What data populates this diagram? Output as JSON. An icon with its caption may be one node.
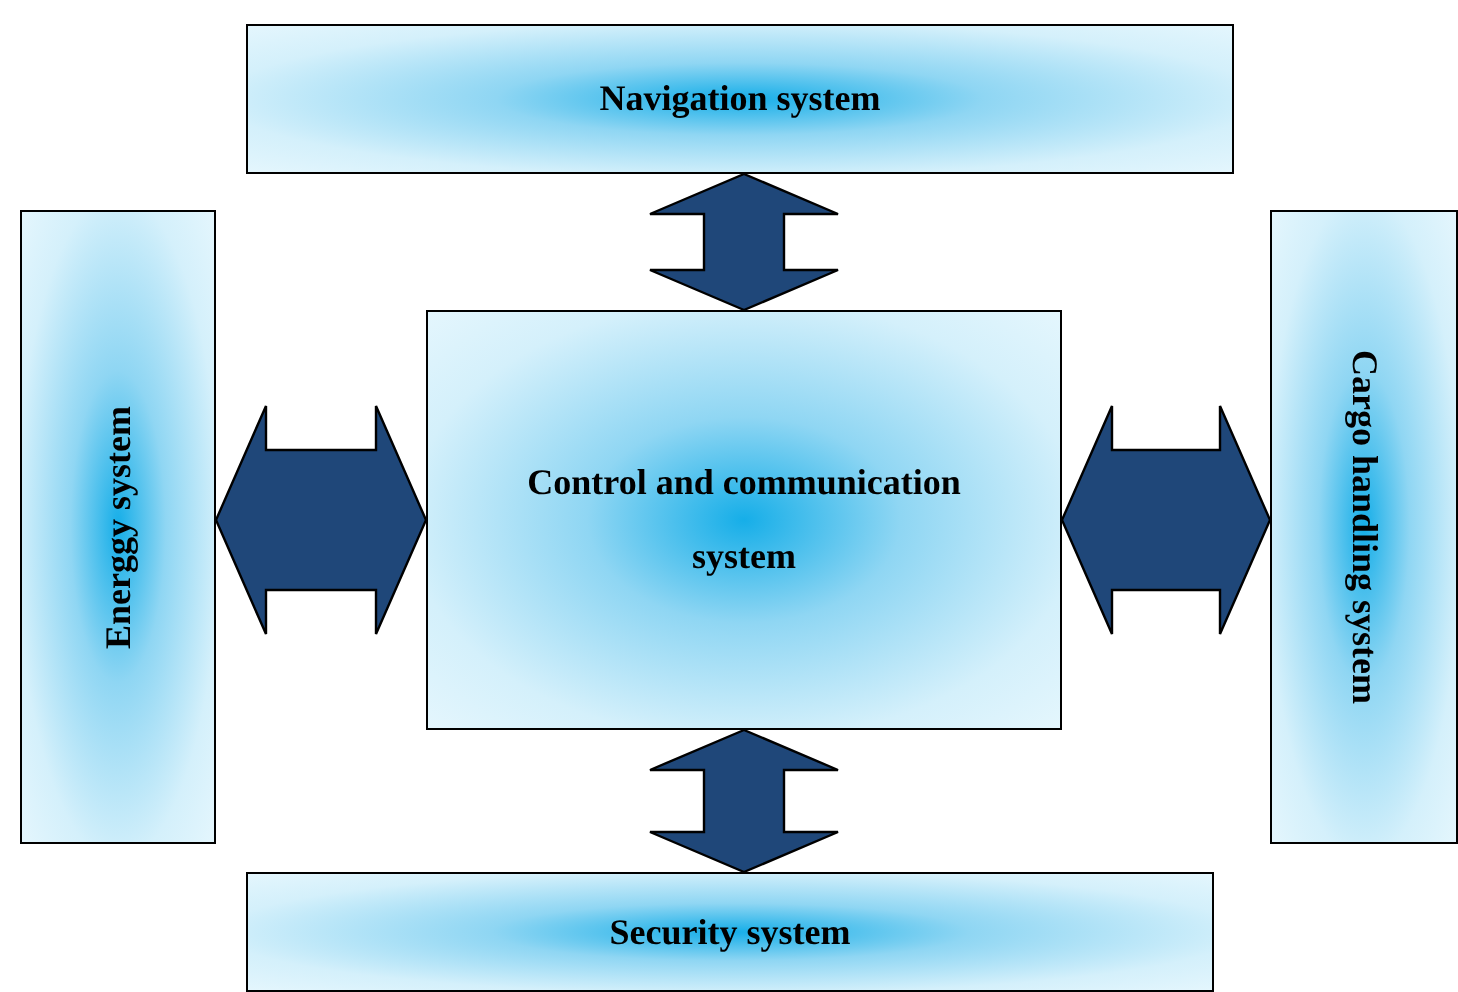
{
  "diagram": {
    "nodes": [
      {
        "text": [
          "Navigation system"
        ]
      },
      {
        "text": [
          "Energgy system"
        ]
      },
      {
        "text": [
          "Control and communication system"
        ]
      },
      {
        "text": [
          "Cargo handling system"
        ]
      },
      {
        "text": [
          "Security system"
        ]
      }
    ],
    "edges": [
      {
        "from": 2,
        "to": 0,
        "arrow": "both"
      },
      {
        "from": 2,
        "to": 1,
        "arrow": "both"
      },
      {
        "from": 2,
        "to": 3,
        "arrow": "both"
      },
      {
        "from": 2,
        "to": 4,
        "arrow": "both"
      }
    ]
  }
}
